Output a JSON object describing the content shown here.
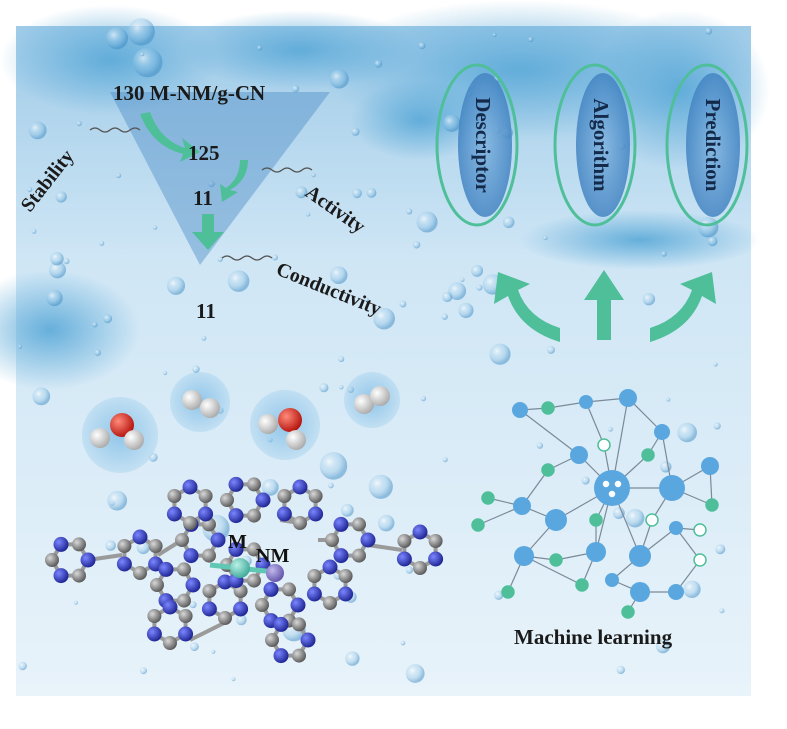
{
  "funnel": {
    "start_label": "130 M-NM/g-CN",
    "step1": "125",
    "step2": "11",
    "final": "11",
    "criteria": {
      "stability": "Stability",
      "activity": "Activity",
      "conductivity": "Conductivity"
    }
  },
  "ml_steps": [
    "Descriptor",
    "Algorithm",
    "Prediction"
  ],
  "network_caption": "Machine learning",
  "molecule": {
    "metal_label": "M",
    "nonmetal_label": "NM"
  },
  "colors": {
    "water_bg": "#cfe6f5",
    "arrow_green": "#4fbf9a",
    "node_blue": "#5aa7e0",
    "nitrogen": "#2a36b8",
    "carbon": "#8a8a8a",
    "oxygen": "#e0241b",
    "hydrogen": "#f2f2f2"
  }
}
